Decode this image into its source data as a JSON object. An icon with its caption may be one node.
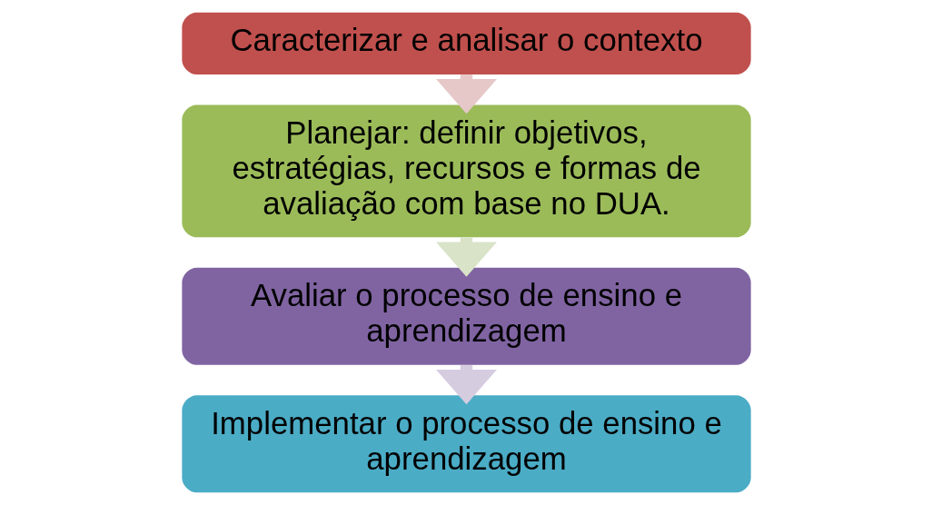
{
  "diagram": {
    "nodes": [
      {
        "text": [
          "Caracterizar e analisar o contexto"
        ]
      },
      {
        "text": [
          "Planejar: definir objetivos, estratégias, recursos e formas de avaliação com base no DUA."
        ]
      },
      {
        "text": [
          "Avaliar o processo de ensino e aprendizagem"
        ]
      },
      {
        "text": [
          "Implementar o processo de ensino e aprendizagem"
        ]
      }
    ],
    "edges": [
      {
        "from": 0,
        "to": 1,
        "arrow": "to"
      },
      {
        "from": 1,
        "to": 2,
        "arrow": "to"
      },
      {
        "from": 2,
        "to": 3,
        "arrow": "to"
      }
    ]
  }
}
